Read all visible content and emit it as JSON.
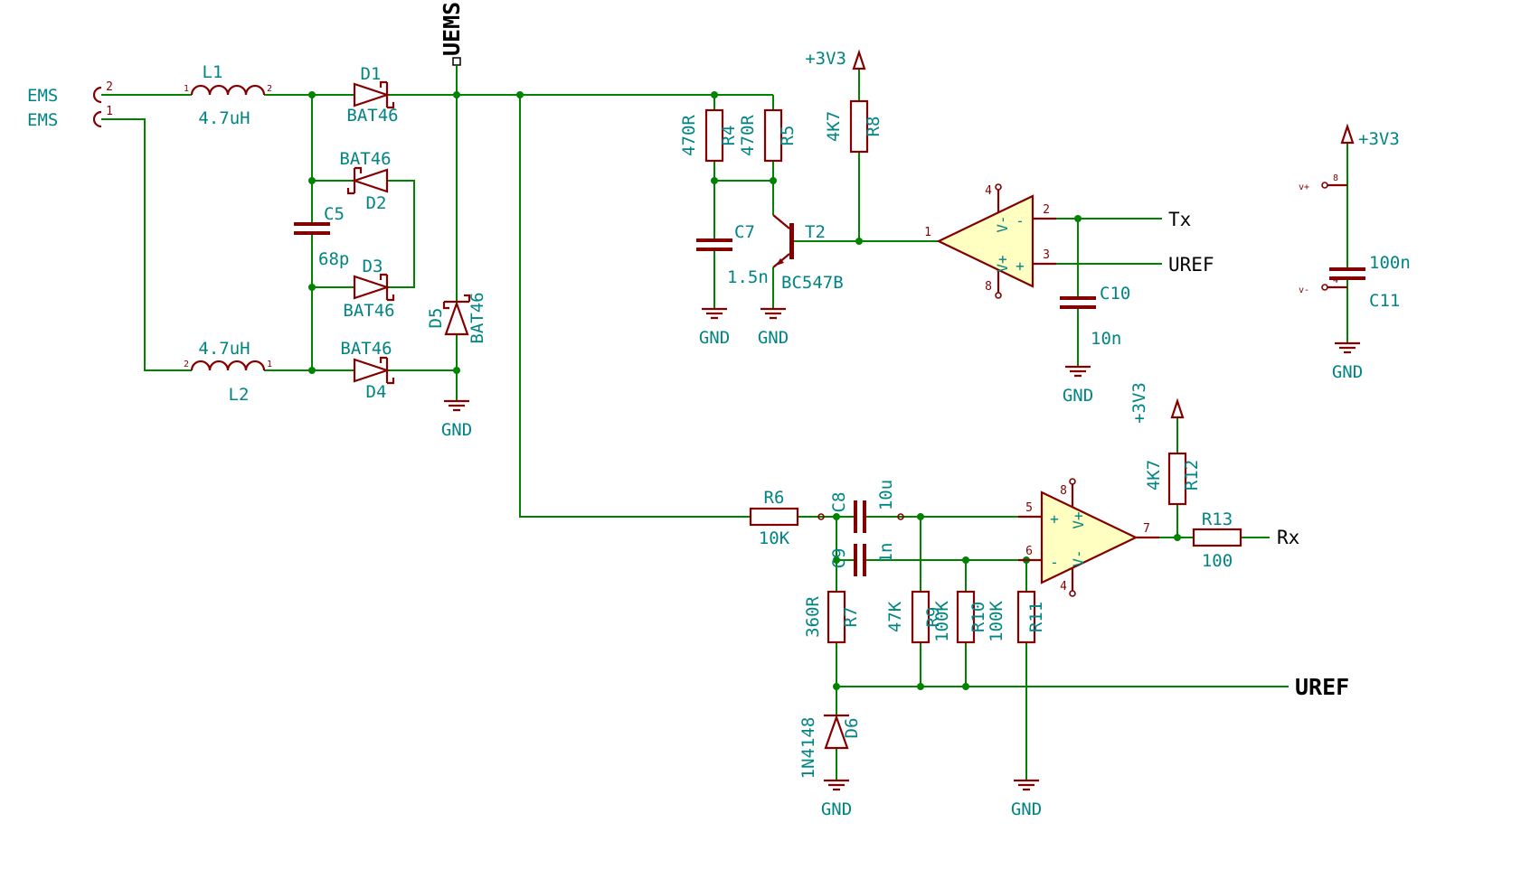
{
  "schematic": {
    "connector": {
      "name_top": "EMS",
      "name_bottom": "EMS",
      "pin_top": "2",
      "pin_bottom": "1"
    },
    "inductors": {
      "L1": {
        "ref": "L1",
        "value": "4.7uH",
        "pin_left": "1",
        "pin_right": "2"
      },
      "L2": {
        "ref": "L2",
        "value": "4.7uH",
        "pin_left": "2",
        "pin_right": "1"
      }
    },
    "diodes": {
      "D1": {
        "ref": "D1",
        "value": "BAT46"
      },
      "D2": {
        "ref": "D2",
        "value": "BAT46"
      },
      "D3": {
        "ref": "D3",
        "value": "BAT46"
      },
      "D4": {
        "ref": "D4",
        "value": "BAT46"
      },
      "D5": {
        "ref": "D5",
        "value": "BAT46"
      },
      "D6": {
        "ref": "D6",
        "value": "1N4148"
      }
    },
    "capacitors": {
      "C5": {
        "ref": "C5",
        "value": "68p"
      },
      "C7": {
        "ref": "C7",
        "value": "1.5n"
      },
      "C8": {
        "ref": "C8",
        "value": "10u"
      },
      "C9": {
        "ref": "C9",
        "value": "1n"
      },
      "C10": {
        "ref": "C10",
        "value": "10n"
      },
      "C11": {
        "ref": "C11",
        "value": "100n"
      }
    },
    "resistors": {
      "R4": {
        "ref": "R4",
        "value": "470R"
      },
      "R5": {
        "ref": "R5",
        "value": "470R"
      },
      "R6": {
        "ref": "R6",
        "value": "10K"
      },
      "R7": {
        "ref": "R7",
        "value": "360R"
      },
      "R8": {
        "ref": "R8",
        "value": "4K7"
      },
      "R9": {
        "ref": "R9",
        "value": "47K"
      },
      "R10": {
        "ref": "R10",
        "value": "100K"
      },
      "R11": {
        "ref": "R11",
        "value": "100K"
      },
      "R12": {
        "ref": "R12",
        "value": "4K7"
      },
      "R13": {
        "ref": "R13",
        "value": "100"
      }
    },
    "transistor": {
      "ref": "T2",
      "value": "BC547B"
    },
    "comparator_a": {
      "pin_out": "1",
      "pin_inv": "2",
      "pin_noninv": "3",
      "pin_vtop": "4",
      "pin_vbottom": "8",
      "mark_inv": "-",
      "mark_noninv": "+",
      "vminus": "V-",
      "vplus": "V+"
    },
    "comparator_b": {
      "pin_noninv": "5",
      "pin_inv": "6",
      "pin_out": "7",
      "pin_vtop": "8",
      "pin_vbottom": "4",
      "mark_noninv": "+",
      "mark_inv": "-",
      "vplus": "V+",
      "vminus": "V-"
    },
    "power_unit": {
      "vplus_name": "v+",
      "vplus_pin": "8",
      "vminus_name": "v-",
      "vminus_pin": "4"
    },
    "nets": {
      "uems": "UEMS",
      "tx": "Tx",
      "uref": "UREF",
      "rx": "Rx",
      "uref_bus": "UREF"
    },
    "power": {
      "v3v3": "+3V3",
      "gnd": "GND"
    }
  },
  "colors": {
    "bg": "#ffffff",
    "wire": "#008400",
    "symbol": "#840000",
    "field": "#008484",
    "netlabel": "#000000",
    "opamp-fill": "#ffffc2"
  }
}
